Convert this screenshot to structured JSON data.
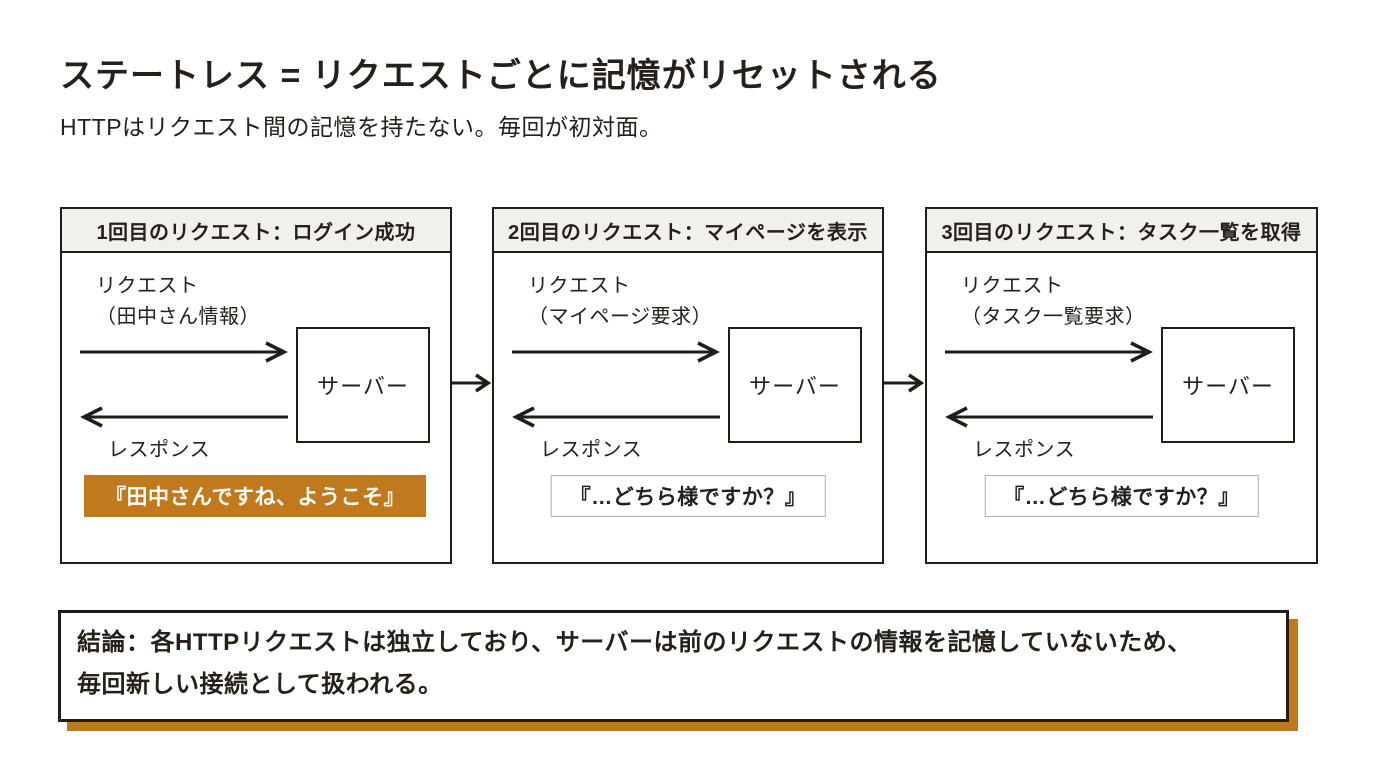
{
  "page": {
    "title": "ステートレス = リクエストごとに記憶がリセットされる",
    "subtitle": "HTTPはリクエスト間の記憶を持たない。毎回が初対面。"
  },
  "panels": [
    {
      "header": "1回目のリクエスト：ログイン成功",
      "request_label": "リクエスト",
      "request_detail": "（田中さん情報）",
      "server_label": "サーバー",
      "response_label": "レスポンス",
      "response_message": "『田中さんですね、ようこそ』",
      "highlighted": true
    },
    {
      "header": "2回目のリクエスト：マイページを表示",
      "request_label": "リクエスト",
      "request_detail": "（マイページ要求）",
      "server_label": "サーバー",
      "response_label": "レスポンス",
      "response_message": "『…どちら様ですか？』",
      "highlighted": false
    },
    {
      "header": "3回目のリクエスト：タスク一覧を取得",
      "request_label": "リクエスト",
      "request_detail": "（タスク一覧要求）",
      "server_label": "サーバー",
      "response_label": "レスポンス",
      "response_message": "『…どちら様ですか？』",
      "highlighted": false
    }
  ],
  "conclusion": {
    "line1": "結論：各HTTPリクエストは独立しており、サーバーは前のリクエストの情報を記憶していないため、",
    "line2": "毎回新しい接続として扱われる。"
  },
  "colors": {
    "accent_orange": "#c1791d",
    "text_dark": "#26201a",
    "panel_header_bg": "#f2f0ec",
    "border_dark": "#221c16",
    "plain_box_border": "#b3b1ae"
  }
}
